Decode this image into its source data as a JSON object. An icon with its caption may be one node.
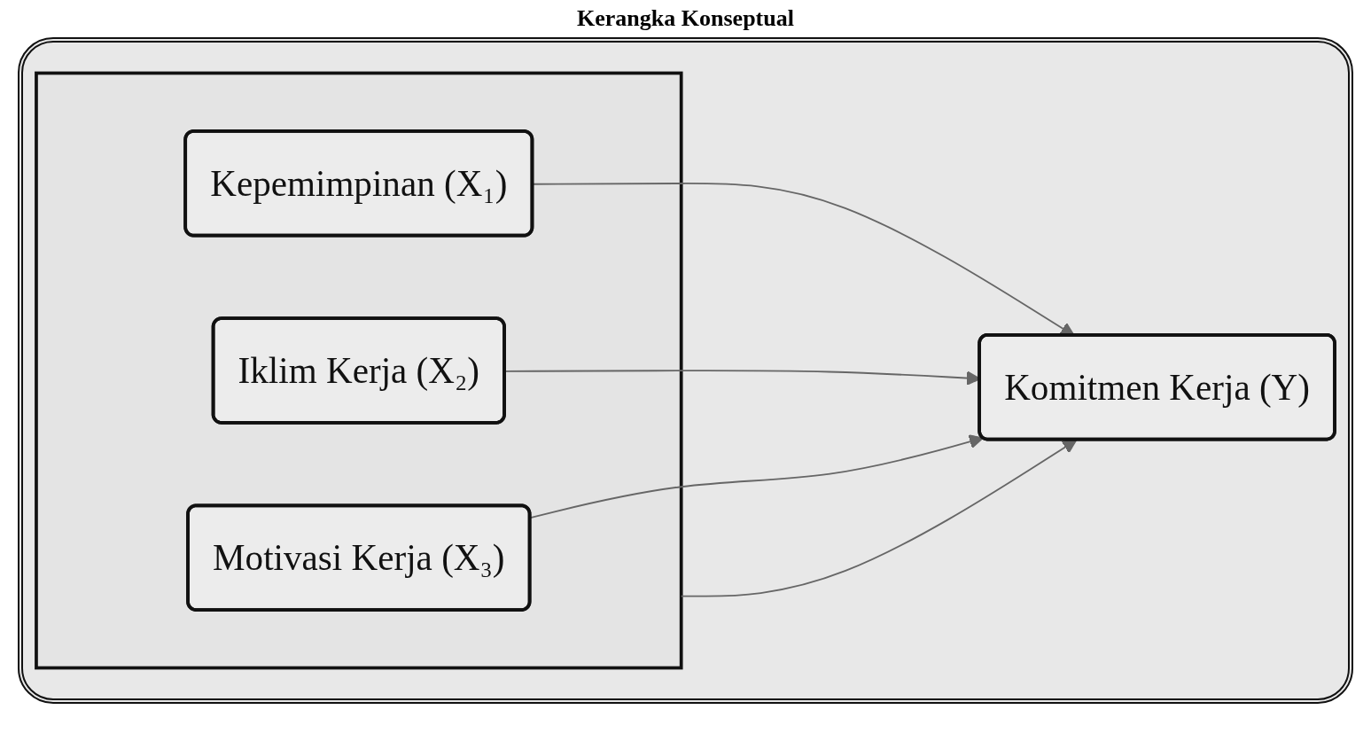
{
  "diagram": {
    "title": "Kerangka Konseptual",
    "nodes": [
      {
        "text": [],
        "shape": "box"
      },
      {
        "text": [
          "Kepemimpinan (X₁)"
        ],
        "in": 0
      },
      {
        "text": [
          "Iklim Kerja (X₂)"
        ],
        "in": 0
      },
      {
        "text": [
          "Motivasi Kerja (X₃)"
        ],
        "in": 0
      },
      {
        "text": [
          "Komitmen Kerja (Y)"
        ]
      }
    ],
    "edges": [
      {
        "from": 1,
        "to": 4,
        "arrow": "to"
      },
      {
        "from": 2,
        "to": 4,
        "arrow": "to"
      },
      {
        "from": 3,
        "to": 4,
        "arrow": "to"
      },
      {
        "from": 0,
        "to": 4,
        "arrow": "to"
      }
    ]
  }
}
